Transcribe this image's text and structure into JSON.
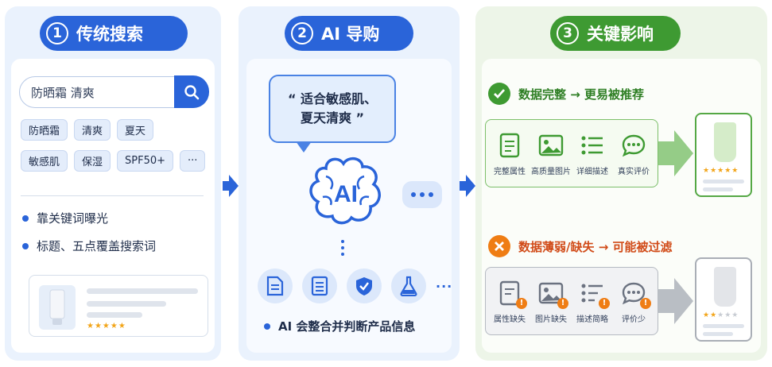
{
  "panel1": {
    "number": "1",
    "title": "传统搜索",
    "search": {
      "value": "防晒霜 清爽"
    },
    "tags": [
      [
        "防晒霜",
        "清爽",
        "夏天"
      ],
      [
        "敏感肌",
        "保湿",
        "SPF50+",
        "···"
      ]
    ],
    "bullets": [
      "靠关键词曝光",
      "标题、五点覆盖搜索词"
    ]
  },
  "panel2": {
    "number": "2",
    "title": "AI 导购",
    "quote_line1": "“ 适合敏感肌、",
    "quote_line2": "夏天清爽 ”",
    "brain_text": "AI",
    "caption": "AI 会整合并判断产品信息"
  },
  "panel3": {
    "number": "3",
    "title": "关键影响",
    "good": {
      "headline": "数据完整 → 更易被推荐",
      "attrs": [
        "完整属性",
        "高质量图片",
        "详细描述",
        "真实评价"
      ]
    },
    "bad": {
      "headline": "数据薄弱/缺失 → 可能被过滤",
      "attrs": [
        "属性缺失",
        "图片缺失",
        "描述简略",
        "评价少"
      ]
    }
  },
  "colors": {
    "blue": "#2a64d9",
    "green": "#3e9a32",
    "orange": "#ef7d14",
    "star": "#f2a51a"
  }
}
